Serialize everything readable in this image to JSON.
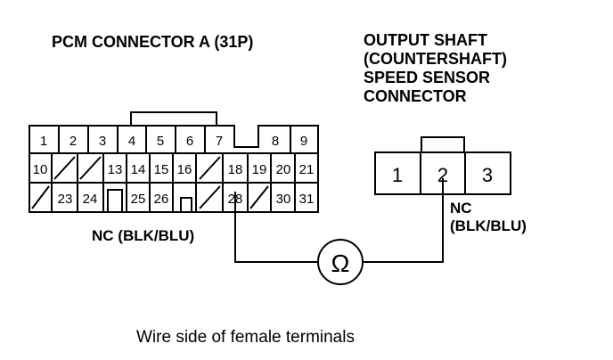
{
  "pcm": {
    "title": "PCM CONNECTOR A (31P)",
    "pins": [
      "1",
      "2",
      "3",
      "4",
      "5",
      "6",
      "7",
      "8",
      "9",
      "10",
      "13",
      "14",
      "15",
      "16",
      "18",
      "19",
      "20",
      "21",
      "23",
      "24",
      "25",
      "26",
      "28",
      "30",
      "31"
    ],
    "wire_label": "NC (BLK/BLU)"
  },
  "sensor": {
    "title_lines": [
      "OUTPUT SHAFT",
      "(COUNTERSHAFT)",
      "SPEED SENSOR",
      "CONNECTOR"
    ],
    "pins": [
      "1",
      "2",
      "3"
    ],
    "wire_label_lines": [
      "NC",
      "(BLK/BLU)"
    ]
  },
  "meter": {
    "symbol": "Ω",
    "icon": "ohmmeter-icon"
  },
  "caption": "Wire side of female terminals"
}
